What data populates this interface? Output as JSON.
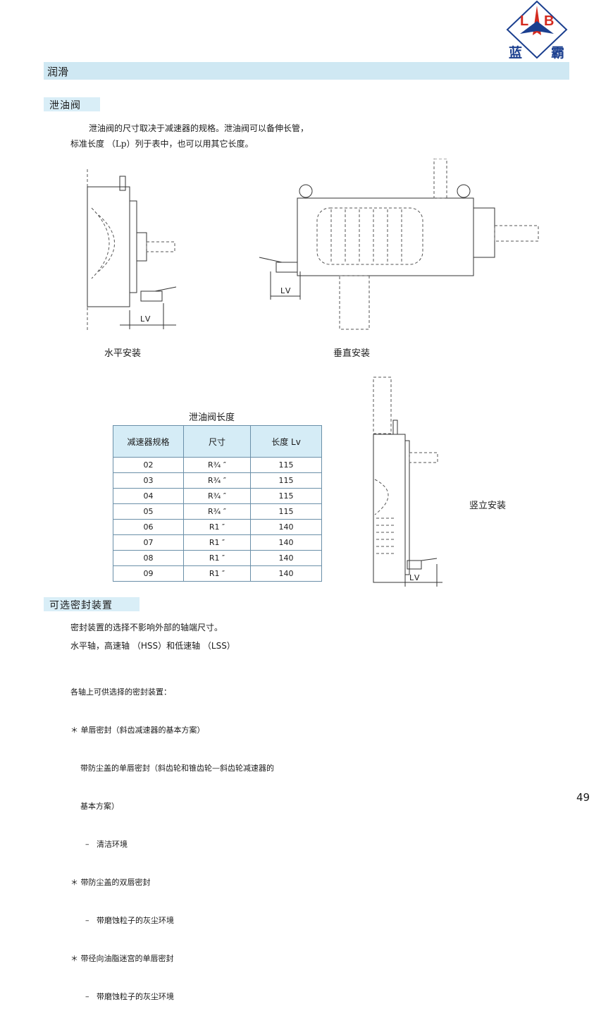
{
  "logo": {
    "letters": "LB",
    "letter_l": "L",
    "letter_b": "B",
    "name_left": "蓝",
    "name_right": "霸",
    "color": "#1b3f8f",
    "accent": "#d42a1f"
  },
  "section_title": "润滑",
  "drain_valve": {
    "heading": "泄油阀",
    "intro_line1": "泄油阀的尺寸取决于减速器的规格。泄油阀可以备伸长管，",
    "intro_line2": "标准长度  （Lp）列于表中，也可以用其它长度。",
    "dim_label": "LV",
    "caption_horizontal": "水平安装",
    "caption_vertical": "垂直安装",
    "caption_upright": "竖立安装",
    "table_title": "泄油阀长度",
    "table": {
      "headers": [
        "减速器规格",
        "尺寸",
        "长度 Lv"
      ],
      "rows": [
        [
          "02",
          "R¾ ″",
          "115"
        ],
        [
          "03",
          "R¾ ″",
          "115"
        ],
        [
          "04",
          "R¾ ″",
          "115"
        ],
        [
          "05",
          "R¾ ″",
          "115"
        ],
        [
          "06",
          "R1 ″",
          "140"
        ],
        [
          "07",
          "R1 ″",
          "140"
        ],
        [
          "08",
          "R1 ″",
          "140"
        ],
        [
          "09",
          "R1 ″",
          "140"
        ]
      ]
    }
  },
  "seal": {
    "heading": "可选密封装置",
    "line1": "密封装置的选择不影响外部的轴端尺寸。",
    "line2": "水平轴，高速轴  （HSS）和低速轴  （LSS）",
    "list": [
      "各轴上可供选择的密封装置：",
      "＊ 单唇密封（斜齿减速器的基本方案）",
      "    带防尘盖的单唇密封（斜齿轮和锥齿轮—斜齿轮减速器的",
      "    基本方案）",
      "      –   清洁环境",
      "＊ 带防尘盖的双唇密封",
      "      –   带磨蚀粒子的灰尘环境",
      "＊ 带径向油脂迷宫的单唇密封",
      "      –   带磨蚀粒子的灰尘环境"
    ]
  },
  "page_number": "49"
}
